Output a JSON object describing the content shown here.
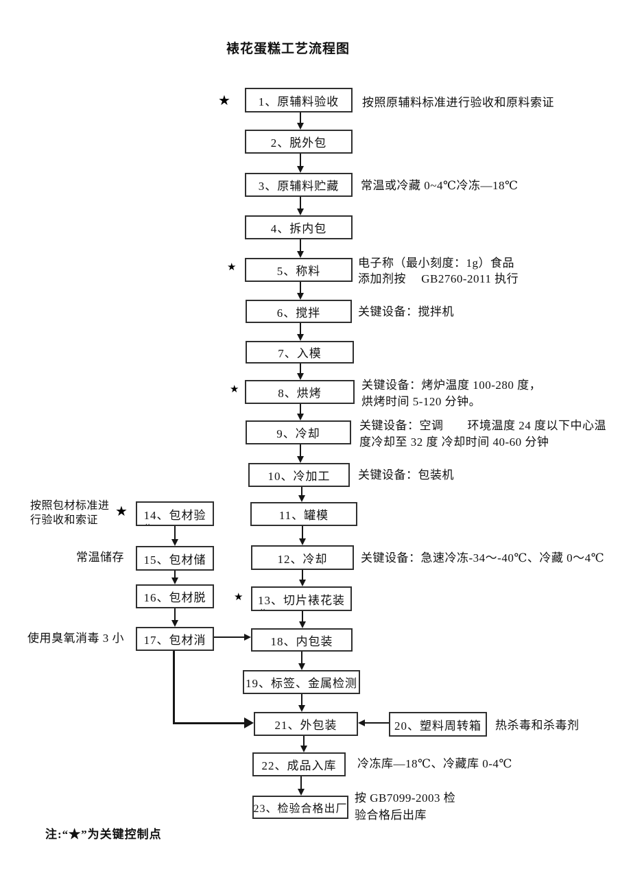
{
  "page": {
    "title": "裱花蛋糕工艺流程图",
    "footnote": "注:“★”为关键控制点",
    "key_control_symbol": "★",
    "clipped_text_hint": ".."
  },
  "flow": {
    "nodes": [
      {
        "label": "1、原辅料验收",
        "key_control": true,
        "note": "按照原辅料标准进行验收和原料索证"
      },
      {
        "label": "2、脱外包"
      },
      {
        "label": "3、原辅料贮藏",
        "note": "常温或冷藏 0~4℃冷冻—18℃"
      },
      {
        "label": "4、拆内包"
      },
      {
        "label": "5、称料",
        "key_control": true,
        "note": "电子称（最小刻度：1g）食品\n添加剂按　 GB2760-2011 执行"
      },
      {
        "label": "6、搅拌",
        "note": "关键设备：搅拌机"
      },
      {
        "label": "7、入模"
      },
      {
        "label": "8、烘烤",
        "key_control": true,
        "note": "关键设备：烤炉温度 100-280 度，\n烘烤时间 5-120 分钟。"
      },
      {
        "label": "9、冷却",
        "note": "关键设备：空调　　环境温度 24 度以下中心温\n度冷却至 32 度 冷却时间 40-60 分钟"
      },
      {
        "label": "10、冷加工",
        "note": "关键设备：包装机"
      },
      {
        "label": "11、罐模"
      },
      {
        "label": "12、冷却",
        "note": "关键设备：急速冷冻-34～-40℃、冷藏 0～4℃"
      },
      {
        "label": "13、切片裱花装",
        "key_control": true
      },
      {
        "label": "14、包材验",
        "key_control": true,
        "note": "按照包材标准进\n行验收和索证"
      },
      {
        "label": "15、包材储",
        "note": "常温储存"
      },
      {
        "label": "16、包材脱"
      },
      {
        "label": "17、包材消",
        "note": "使用臭氧消毒 3 小"
      },
      {
        "label": "18、内包装"
      },
      {
        "label": "19、标签、金属检测"
      },
      {
        "label": "20、塑料周转箱",
        "note": "热杀毒和杀毒剂"
      },
      {
        "label": "21、外包装"
      },
      {
        "label": "22、成品入库",
        "note": "冷冻库—18℃、冷藏库 0-4℃"
      },
      {
        "label": "23、检验合格出厂",
        "note": "按 GB7099-2003 检\n验合格后出库"
      }
    ]
  }
}
